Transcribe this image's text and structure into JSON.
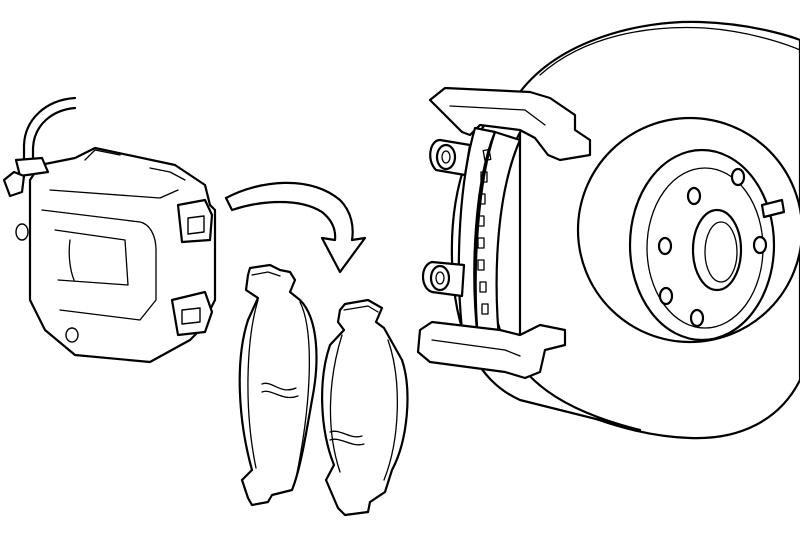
{
  "diagram": {
    "colors": {
      "line": "#000000",
      "background": "#ffffff"
    },
    "parts": [
      {
        "id": "caliper",
        "icon": "brake-caliper"
      },
      {
        "id": "brake-line",
        "icon": "hose"
      },
      {
        "id": "bleeder-valve",
        "icon": "bleeder-screw"
      },
      {
        "id": "inner-pad",
        "icon": "brake-pad"
      },
      {
        "id": "outer-pad",
        "icon": "brake-pad"
      },
      {
        "id": "caliper-bracket",
        "icon": "mounting-bracket"
      },
      {
        "id": "rotor",
        "icon": "brake-disc"
      },
      {
        "id": "direction-arrow",
        "icon": "curved-arrow"
      }
    ]
  }
}
